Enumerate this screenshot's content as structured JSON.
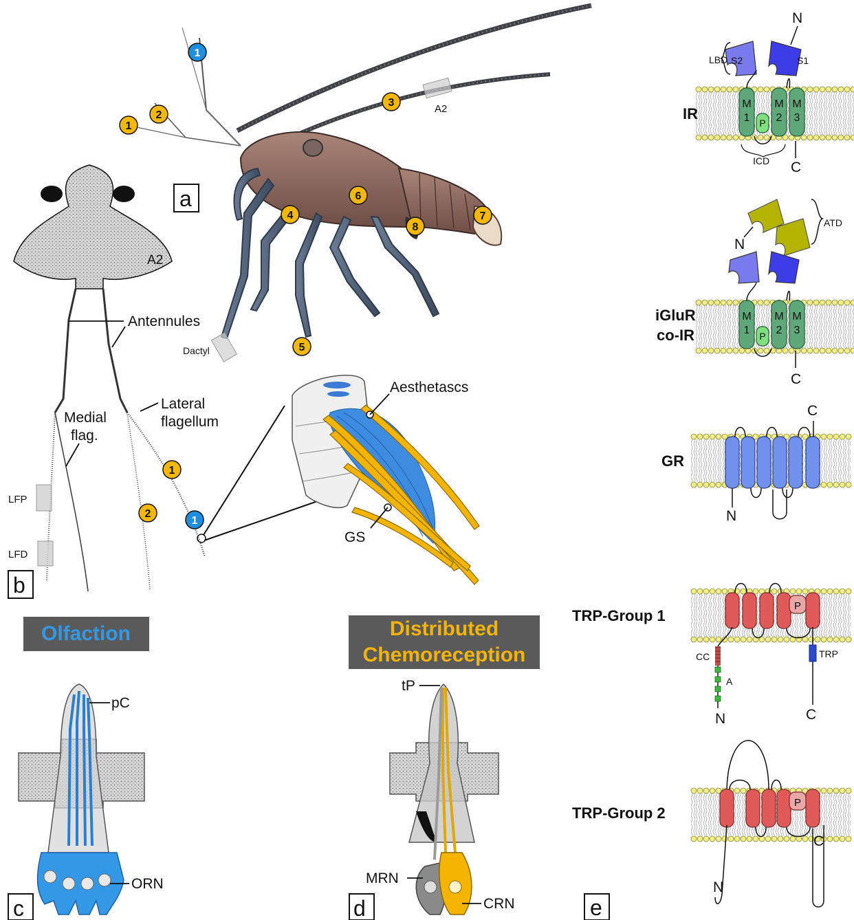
{
  "panels": {
    "a": "a",
    "b": "b",
    "c": "c",
    "d": "d",
    "e": "e"
  },
  "lobster": {
    "labels": {
      "a2": "A2",
      "dactyl": "Dactyl"
    },
    "markers": [
      {
        "num": "1",
        "color": "blue"
      },
      {
        "num": "1",
        "color": "yellow"
      },
      {
        "num": "2",
        "color": "yellow"
      },
      {
        "num": "3",
        "color": "yellow"
      },
      {
        "num": "4",
        "color": "yellow"
      },
      {
        "num": "5",
        "color": "yellow"
      },
      {
        "num": "6",
        "color": "yellow"
      },
      {
        "num": "7",
        "color": "yellow"
      },
      {
        "num": "8",
        "color": "yellow"
      }
    ]
  },
  "antennules": {
    "a2": "A2",
    "antennules": "Antennules",
    "medial_1": "Medial",
    "medial_2": "flag.",
    "lateral_1": "Lateral",
    "lateral_2": "flagellum",
    "lfp": "LFP",
    "lfd": "LFD",
    "markers": [
      {
        "num": "1",
        "color": "yellow"
      },
      {
        "num": "2",
        "color": "yellow"
      },
      {
        "num": "1",
        "color": "blue"
      }
    ]
  },
  "inset": {
    "aesthetascs": "Aesthetascs",
    "gs": "GS"
  },
  "olfaction": {
    "title": "Olfaction",
    "pc": "pC",
    "orn": "ORN"
  },
  "distributed": {
    "title_1": "Distributed",
    "title_2": "Chemoreception",
    "tp": "tP",
    "mrn": "MRN",
    "crn": "CRN"
  },
  "receptors": {
    "ir": {
      "name": "IR",
      "lbd": "LBD",
      "s1": "S1",
      "s2": "S2",
      "n": "N",
      "c": "C",
      "icd": "ICD",
      "m1a": "M",
      "m1b": "1",
      "m2a": "M",
      "m2b": "2",
      "m3a": "M",
      "m3b": "3",
      "p": "P"
    },
    "iglur": {
      "name_1": "iGluR",
      "name_2": "co-IR",
      "atd": "ATD",
      "n": "N",
      "c": "C",
      "m1a": "M",
      "m1b": "1",
      "m2a": "M",
      "m2b": "2",
      "m3a": "M",
      "m3b": "3",
      "p": "P"
    },
    "gr": {
      "name": "GR",
      "n": "N",
      "c": "C"
    },
    "trp1": {
      "name": "TRP-Group 1",
      "cc": "CC",
      "a": "A",
      "trp": "TRP",
      "n": "N",
      "c": "C",
      "p": "P"
    },
    "trp2": {
      "name": "TRP-Group 2",
      "n": "N",
      "c": "C",
      "p": "P"
    }
  },
  "colors": {
    "marker_yellow": "#f5b800",
    "marker_blue": "#1e8fe0",
    "olfaction_blue": "#3399e6",
    "chemo_yellow": "#f4b400",
    "banner_gray": "#5a5a5a",
    "ir_green": "#5fa87a",
    "lbd_blue": "#6666ee",
    "atd_olive": "#b4b400",
    "gr_blue": "#7092ee",
    "trp_red": "#e05a5a",
    "lipid_yellow": "#f2ef8a"
  }
}
